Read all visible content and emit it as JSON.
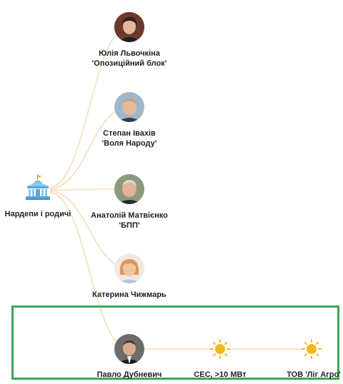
{
  "root": {
    "label": "Нардепи і родичі",
    "icon": "parliament-building-icon"
  },
  "people": [
    {
      "id": "lvovochkina",
      "name": "Юлія Львочкіна",
      "party": "'Опозиційний блок'",
      "icon": "portrait-photo"
    },
    {
      "id": "ivakhiv",
      "name": "Степан Івахів",
      "party": "'Воля Народу'",
      "icon": "portrait-photo"
    },
    {
      "id": "matviienko",
      "name": "Анатолій Матвієнко",
      "party": "'БПП'",
      "icon": "portrait-photo"
    },
    {
      "id": "chyzhmar",
      "name": "Катерина Чижмарь",
      "party": "",
      "icon": "portrait-photo"
    },
    {
      "id": "dubnevych",
      "name": "Павло Дубневич",
      "party": "",
      "icon": "portrait-photo"
    }
  ],
  "assets": [
    {
      "id": "ses",
      "label": "СЕС, >10 МВт",
      "icon": "sun-icon"
    },
    {
      "id": "lig-agro",
      "label": "ТОВ 'Ліг Агро'",
      "icon": "sun-icon"
    }
  ],
  "colors": {
    "link": "#f6e2c6",
    "highlight": "#3aa757",
    "sun": "#f7b51c",
    "building": "#5aa7d8"
  }
}
